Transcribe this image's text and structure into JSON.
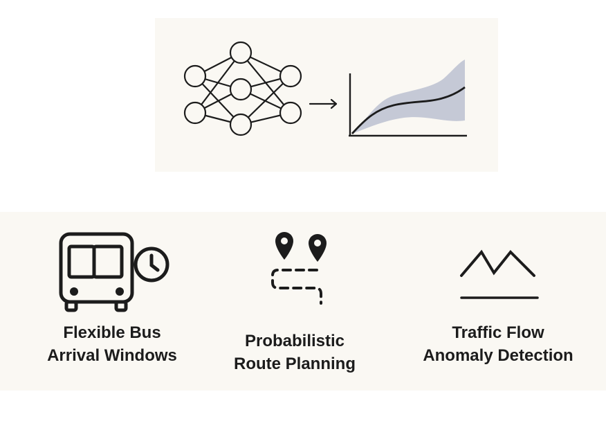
{
  "features": [
    {
      "line1": "Flexible Bus",
      "line2": "Arrival Windows",
      "icon": "bus-clock-icon"
    },
    {
      "line1": "Probabilistic",
      "line2": "Route Planning",
      "icon": "route-pins-icon"
    },
    {
      "line1": "Traffic Flow",
      "line2": "Anomaly Detection",
      "icon": "traffic-wave-icon"
    }
  ],
  "colors": {
    "ink": "#1c1c1c",
    "panel": "#faf8f3",
    "band": "#c5c9d6"
  },
  "top_icons": [
    "neural-network-icon",
    "arrow-right-icon",
    "uncertainty-chart-icon"
  ]
}
